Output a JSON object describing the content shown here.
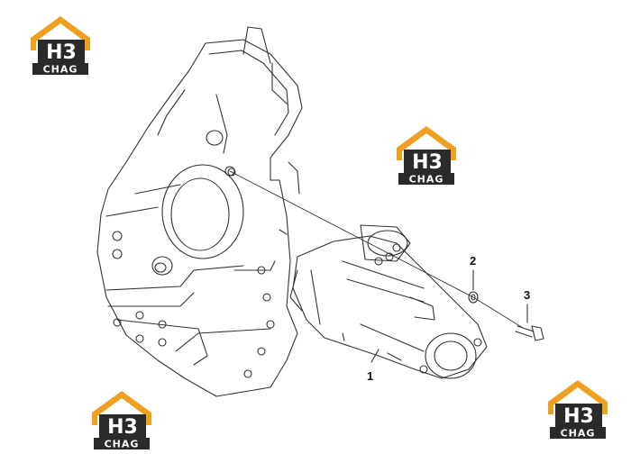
{
  "logos": {
    "top_left": {
      "top": "H3",
      "bottom": "CHAG"
    },
    "center": {
      "top": "H3",
      "bottom": "CHAG"
    },
    "bot_left": {
      "top": "H3",
      "bottom": "CHAG"
    },
    "bot_right": {
      "top": "H3",
      "bottom": "CHAG"
    }
  },
  "colors": {
    "accent": "#f0a020",
    "dark": "#2a2a2a",
    "line": "#333333"
  },
  "callouts": {
    "starter": "1",
    "washer": "2",
    "bolt": "3"
  }
}
